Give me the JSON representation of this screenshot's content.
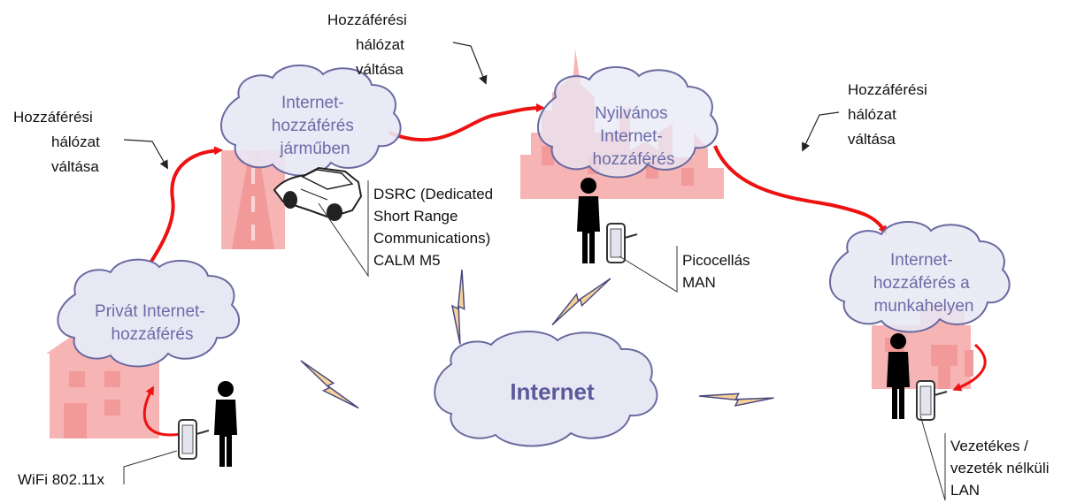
{
  "colors": {
    "cloud_fill": "#e8e8f5",
    "cloud_stroke": "#6a6aa0",
    "cloud_text": "#6b6ba8",
    "red_path": "#ee1111",
    "pink_fill": "#f6a8a8",
    "pink_dark": "#f08888",
    "bolt_fill": "#f7d39a",
    "bolt_stroke": "#4a4a80"
  },
  "clouds": {
    "home": [
      "Privát Internet-",
      "hozzáférés"
    ],
    "vehicle": [
      "Internet-",
      "hozzáférés",
      "járműben"
    ],
    "public": [
      "Nyilvános",
      "Internet-",
      "hozzáférés"
    ],
    "work": [
      "Internet-",
      "hozzáférés a",
      "munkahelyen"
    ],
    "internet": "Internet"
  },
  "switch_labels": {
    "left": [
      "Hozzáférési",
      "hálózat",
      "váltása"
    ],
    "middle": [
      "Hozzáférési",
      "hálózat",
      "váltása"
    ],
    "right": [
      "Hozzáférési",
      "hálózat",
      "váltása"
    ]
  },
  "callouts": {
    "wifi": "WiFi 802.11x",
    "dsrc": [
      "DSRC (Dedicated",
      "Short Range",
      "Communications)",
      "CALM M5"
    ],
    "pico": [
      "Picocellás",
      "MAN"
    ],
    "lan": [
      "Vezetékes /",
      "vezeték nélküli",
      "LAN"
    ]
  },
  "icons": [
    "house-icon",
    "highway-icon",
    "car-icon",
    "city-icon",
    "office-icon",
    "person-icon",
    "tablet-icon",
    "lightning-icon"
  ]
}
